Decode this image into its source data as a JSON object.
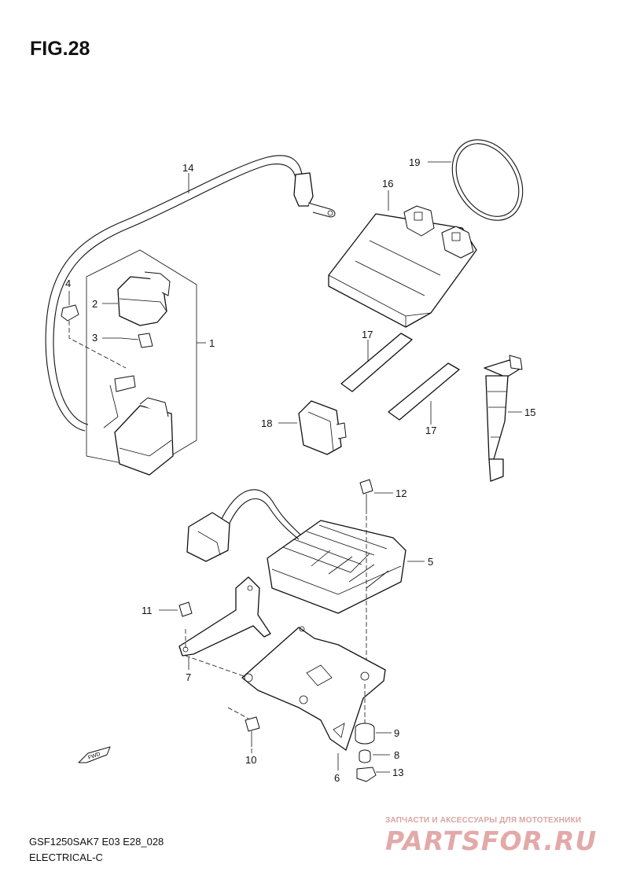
{
  "figure": {
    "title": "FIG.28"
  },
  "callouts": [
    {
      "id": "14",
      "label": "14"
    },
    {
      "id": "19",
      "label": "19"
    },
    {
      "id": "16",
      "label": "16"
    },
    {
      "id": "4",
      "label": "4"
    },
    {
      "id": "2",
      "label": "2"
    },
    {
      "id": "3",
      "label": "3"
    },
    {
      "id": "1",
      "label": "1"
    },
    {
      "id": "17a",
      "label": "17"
    },
    {
      "id": "17b",
      "label": "17"
    },
    {
      "id": "15",
      "label": "15"
    },
    {
      "id": "18",
      "label": "18"
    },
    {
      "id": "12",
      "label": "12"
    },
    {
      "id": "5",
      "label": "5"
    },
    {
      "id": "11",
      "label": "11"
    },
    {
      "id": "7",
      "label": "7"
    },
    {
      "id": "9",
      "label": "9"
    },
    {
      "id": "8",
      "label": "8"
    },
    {
      "id": "13",
      "label": "13"
    },
    {
      "id": "10",
      "label": "10"
    },
    {
      "id": "6",
      "label": "6"
    }
  ],
  "fwd_label": "FWD",
  "footer": {
    "code": "GSF1250SAK7 E03 E28_028",
    "section": "ELECTRICAL-C"
  },
  "watermark": {
    "tagline": "ЗАПЧАСТИ И АКСЕССУАРЫ ДЛЯ МОТОТЕХНИКИ",
    "logo": "PARTSFOR.RU",
    "color": "#e3a9a9"
  }
}
